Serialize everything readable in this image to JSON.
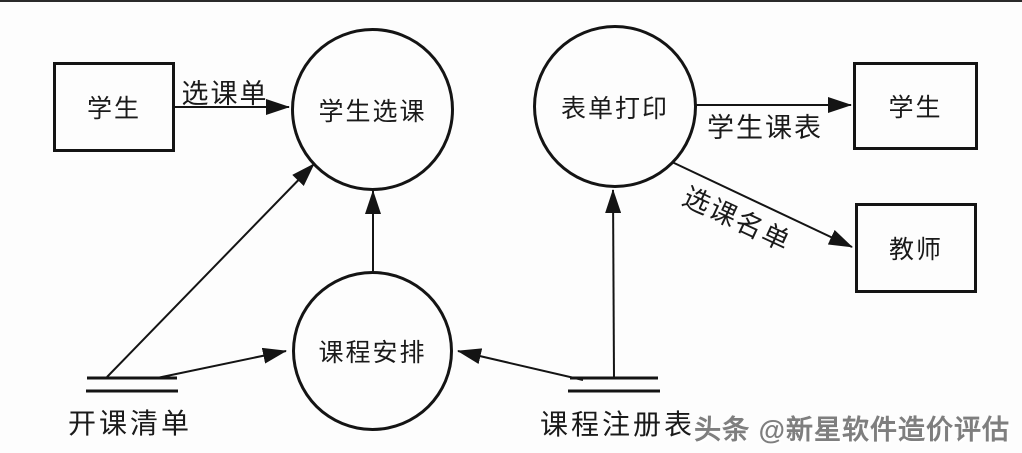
{
  "diagram_type": "data-flow-diagram",
  "entities": [
    {
      "id": "student-left",
      "label": "学生"
    },
    {
      "id": "student-right",
      "label": "学生"
    },
    {
      "id": "teacher",
      "label": "教师"
    }
  ],
  "processes": [
    {
      "id": "student-course-selection",
      "label": "学生选课"
    },
    {
      "id": "form-printing",
      "label": "表单打印"
    },
    {
      "id": "course-scheduling",
      "label": "课程安排"
    }
  ],
  "stores": [
    {
      "id": "course-offering-list",
      "label": "开课清单"
    },
    {
      "id": "course-registration-table",
      "label": "课程注册表"
    }
  ],
  "flows": [
    {
      "from": "学生",
      "to": "学生选课",
      "label": "选课单"
    },
    {
      "from": "表单打印",
      "to": "学生",
      "label": "学生课表"
    },
    {
      "from": "表单打印",
      "to": "教师",
      "label": "选课名单"
    },
    {
      "from": "开课清单",
      "to": "学生选课",
      "label": ""
    },
    {
      "from": "开课清单",
      "to": "课程安排",
      "label": ""
    },
    {
      "from": "课程安排",
      "to": "学生选课",
      "label": ""
    },
    {
      "from": "课程注册表",
      "to": "表单打印",
      "label": ""
    },
    {
      "from": "课程注册表",
      "to": "课程安排",
      "label": ""
    }
  ],
  "watermark": {
    "text": "头条 @新星软件造价评估"
  },
  "colors": {
    "line": "#1a1a1a",
    "background": "#fdfdfd",
    "watermark_gray": "#7e7e7e"
  }
}
